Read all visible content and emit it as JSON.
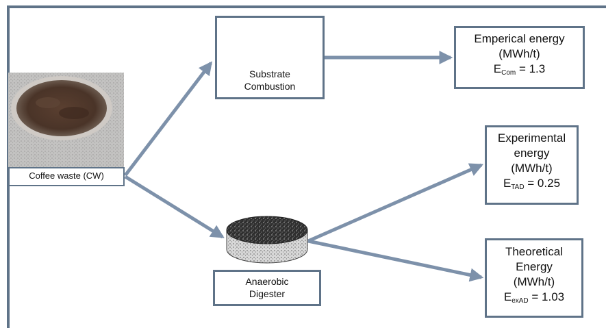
{
  "nodes": {
    "coffee_waste": {
      "label": "Coffee waste (CW)"
    },
    "substrate_combustion": {
      "line1": "Substrate",
      "line2": "Combustion"
    },
    "anaerobic_digester": {
      "line1": "Anaerobic",
      "line2": "Digester"
    },
    "emperical": {
      "line1": "Emperical energy",
      "line2": "(MWh/t)",
      "symbol": "E",
      "subscript": "Com",
      "value": " = 1.3"
    },
    "experimental": {
      "line1": "Experimental",
      "line2": "energy",
      "line3": "(MWh/t)",
      "symbol": "E",
      "subscript": "TAD",
      "value": " = 0.25"
    },
    "theoretical": {
      "line1": "Theoretical",
      "line2": "Energy",
      "line3": "(MWh/t)",
      "symbol": "E",
      "subscript": "exAD",
      "value": " = 1.03"
    }
  },
  "colors": {
    "arrow": "#7d91aa",
    "border": "#5f7388",
    "coffee": "#4a3428",
    "soil": "#3a2214",
    "digester": "#3a3a3a"
  }
}
